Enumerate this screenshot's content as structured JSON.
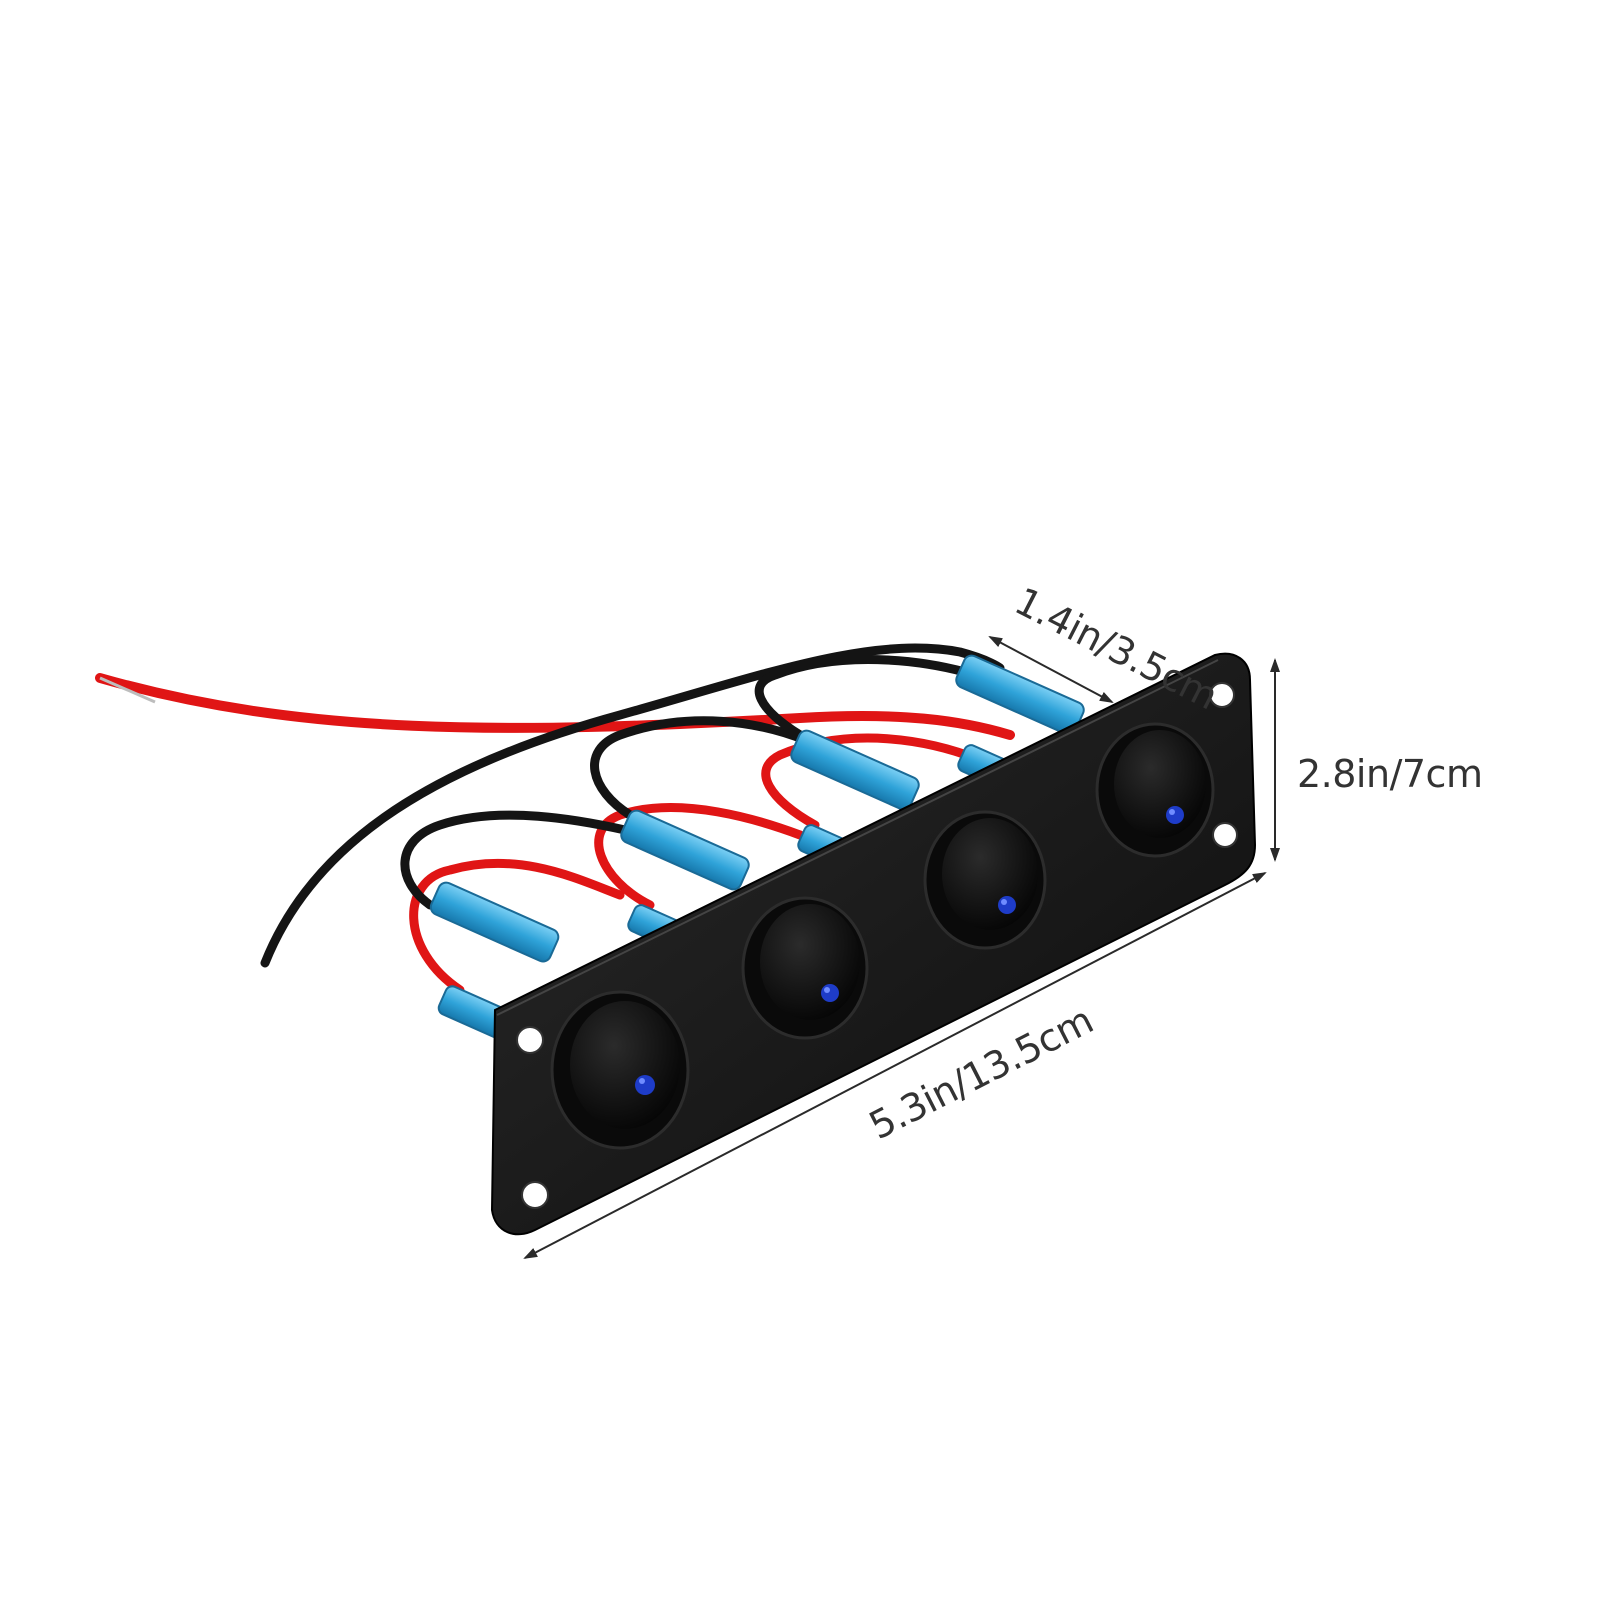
{
  "product": {
    "switch_count": 4,
    "indicator_color": "#1e3cc8",
    "panel_color": "#111111",
    "wire_colors": {
      "positive": "#e01515",
      "negative": "#141414"
    },
    "connector_color": "#2fa3d9"
  },
  "dimensions": {
    "depth": "1.4in/3.5cm",
    "height": "2.8in/7cm",
    "length": "5.3in/13.5cm"
  },
  "colors": {
    "background": "#ffffff",
    "dimension_line": "#2a2a2a",
    "dimension_text": "#333333"
  }
}
